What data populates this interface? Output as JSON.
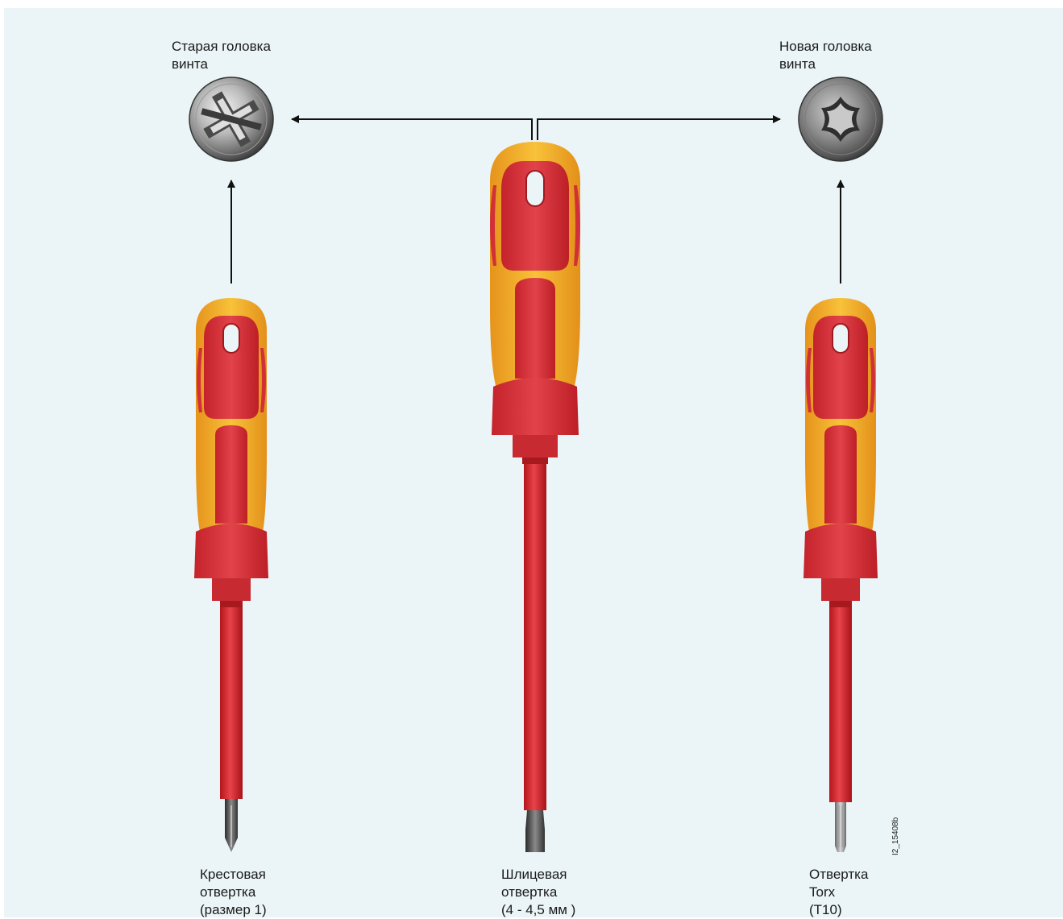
{
  "screws": {
    "old_label": "Старая головка\nвинта",
    "new_label": "Новая головка\nвинта"
  },
  "screwdrivers": {
    "cross_label": "Крестовая\nотвертка\n(размер 1)",
    "slotted_label": "Шлицевая\nотвертка\n(4 - 4,5 мм )",
    "torx_label": "Отвертка\nTorx\n(T10)"
  },
  "figure_code": "I2_15408b",
  "colors": {
    "background": "#ebf5f7",
    "handle_red": "#d8323a",
    "handle_yellow": "#f2ad2a",
    "arrow": "#111111"
  }
}
